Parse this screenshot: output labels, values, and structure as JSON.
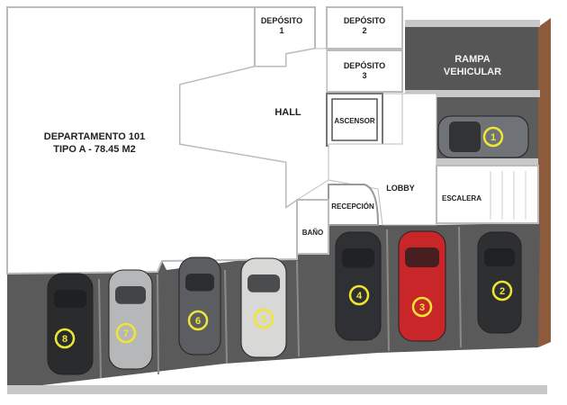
{
  "floor_plan": {
    "rooms": {
      "apartment": {
        "line1": "DEPARTAMENTO 101",
        "line2": "TIPO A -  78.45 M2"
      },
      "deposit_1": {
        "line1": "DEPÓSITO",
        "line2": "1"
      },
      "deposit_2": {
        "line1": "DEPÓSITO",
        "line2": "2"
      },
      "deposit_3": {
        "line1": "DEPÓSITO",
        "line2": "3"
      },
      "ramp": {
        "line1": "RAMPA",
        "line2": "VEHICULAR"
      },
      "hall": "HALL",
      "elevator": "ASCENSOR",
      "lobby": "LOBBY",
      "stairs": "ESCALERA",
      "reception": "RECEPCIÓN",
      "bathroom": "BAÑO"
    },
    "parking_spaces": [
      {
        "number": "1",
        "car_color": "#6f7378"
      },
      {
        "number": "2",
        "car_color": "#2e2f31"
      },
      {
        "number": "3",
        "car_color": "#c9262a"
      },
      {
        "number": "4",
        "car_color": "#2f3033"
      },
      {
        "number": "5",
        "car_color": "#d8d8d6"
      },
      {
        "number": "6",
        "car_color": "#5b5d61"
      },
      {
        "number": "7",
        "car_color": "#b5b7b9"
      },
      {
        "number": "8",
        "car_color": "#2a2b2d"
      }
    ],
    "colors": {
      "walls": "#c8c8c8",
      "floor": "#ffffff",
      "parking": "#5a5a5a",
      "ramp": "#565656",
      "brick": "#8c5a3c",
      "badge": "#f0e632"
    }
  }
}
